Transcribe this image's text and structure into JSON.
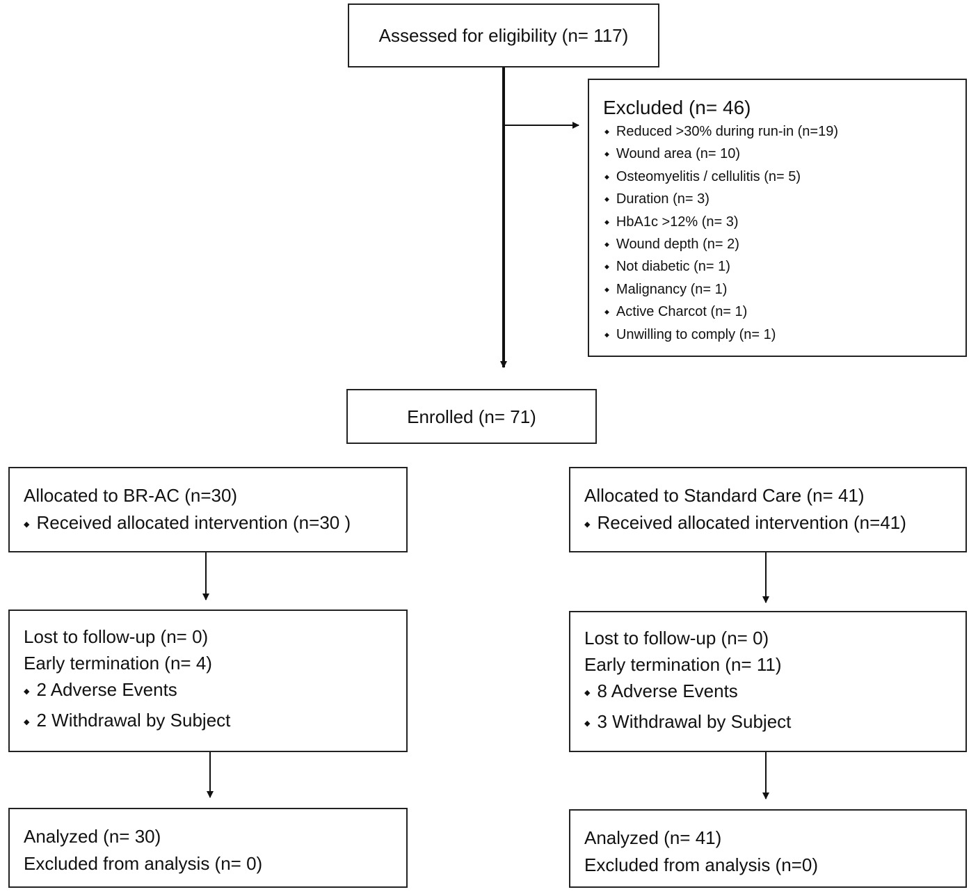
{
  "assessed": {
    "label": "Assessed for eligibility (n= 117)"
  },
  "excluded": {
    "title": "Excluded  (n= 46)",
    "reasons": [
      "Reduced >30% during run-in (n=19)",
      "Wound area (n= 10)",
      "Osteomyelitis / cellulitis (n= 5)",
      "Duration (n= 3)",
      "HbA1c >12% (n= 3)",
      "Wound depth (n= 2)",
      "Not diabetic (n= 1)",
      "Malignancy (n= 1)",
      "Active Charcot (n= 1)",
      "Unwilling to comply (n= 1)"
    ]
  },
  "enrolled": {
    "label": "Enrolled (n= 71)"
  },
  "left": {
    "allocation": {
      "title": "Allocated to BR-AC (n=30)",
      "received": "Received allocated intervention (n=30 )"
    },
    "followup": {
      "lost": "Lost to follow-up (n= 0)",
      "early": "Early termination (n= 4)",
      "ae": "2 Adverse Events",
      "withdrawal": "2 Withdrawal by Subject"
    },
    "analysis": {
      "analyzed": "Analyzed  (n= 30)",
      "excluded": "Excluded from analysis (n= 0)"
    }
  },
  "right": {
    "allocation": {
      "title": "Allocated to Standard Care (n= 41)",
      "received": "Received allocated intervention (n=41)"
    },
    "followup": {
      "lost": "Lost to follow-up (n= 0)",
      "early": "Early termination (n= 11)",
      "ae": "8 Adverse Events",
      "withdrawal": "3 Withdrawal by Subject"
    },
    "analysis": {
      "analyzed": "Analyzed  (n= 41)",
      "excluded": "Excluded from analysis (n=0)"
    }
  }
}
